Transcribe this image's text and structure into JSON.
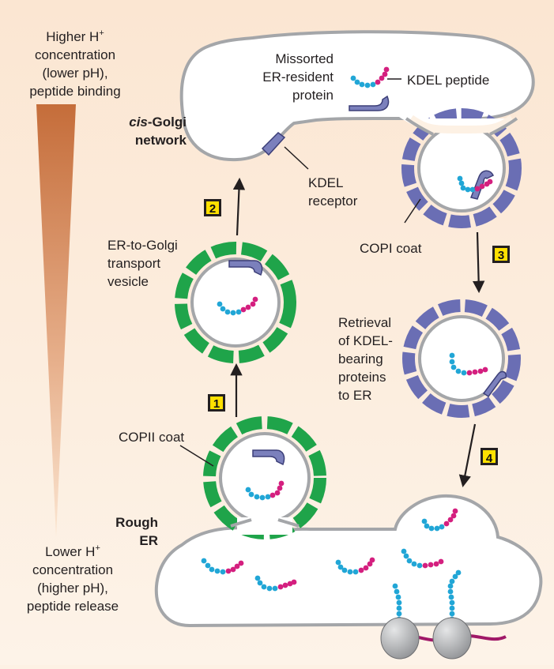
{
  "gradient": {
    "top_label": [
      "Higher H⁺",
      "concentration",
      "(lower pH),",
      "peptide binding"
    ],
    "bottom_label": [
      "Lower H⁺",
      "concentration",
      "(higher pH),",
      "peptide release"
    ]
  },
  "golgi": {
    "label_italic": "cis",
    "label_rest": "-Golgi",
    "label_line2": "network"
  },
  "rough_er": {
    "line1": "Rough",
    "line2": "ER"
  },
  "missorted_label": [
    "Missorted",
    "ER-resident",
    "protein"
  ],
  "kdel_peptide_label": "KDEL peptide",
  "kdel_receptor_label": [
    "KDEL",
    "receptor"
  ],
  "er_golgi_vesicle_label": [
    "ER-to-Golgi",
    "transport",
    "vesicle"
  ],
  "copi_coat_label": "COPI coat",
  "copii_coat_label": "COPII coat",
  "retrieval_label": [
    "Retrieval",
    "of KDEL-",
    "bearing",
    "proteins",
    "to ER"
  ],
  "steps": [
    "1",
    "2",
    "3",
    "4"
  ],
  "colors": {
    "background": "#fdf1e4",
    "membrane": "#a4a6a9",
    "copii": "#1fa44a",
    "copi": "#6a6eb4",
    "peptide": "#21a6d6",
    "kdel": "#d41f7f",
    "receptor": "#7b80bc",
    "gradient_top": "#c0703e",
    "step_badge": "#ffe000",
    "ribosome": "#a7a9ac",
    "mrna": "#a01868"
  }
}
